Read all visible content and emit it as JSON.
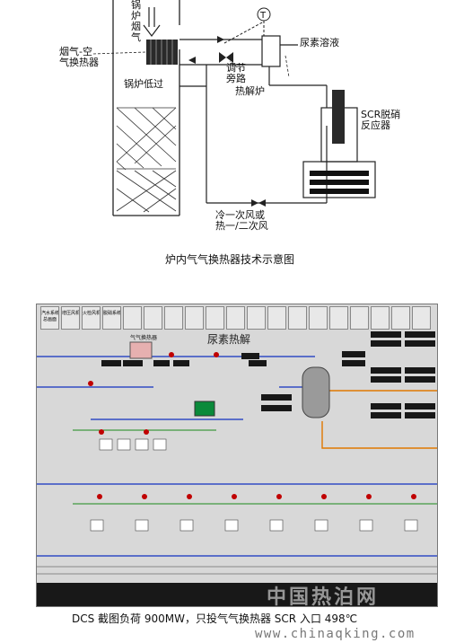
{
  "schematic": {
    "labels": {
      "boiler_flue": "锅\n炉\n烟\n气",
      "gas_air_hx": "烟气-空\n气换热器",
      "boiler_low_pass": "锅炉低过",
      "regulate_bypass": "调节\n旁路",
      "urea_solution": "尿素溶液",
      "pyrolysis_furnace": "热解炉",
      "scr_reactor": "SCR脱硝\n反应器",
      "air_source": "冷一次风或\n热一/二次风",
      "thermometer_symbol": "T"
    },
    "caption": "炉内气气换热器技术示意图"
  },
  "dcs": {
    "title": "尿素热解",
    "toolbar": [
      "汽水系统\n总画面",
      "增压风机",
      "火检风机",
      "脱硝系统",
      "",
      "",
      "",
      "",
      "",
      "",
      "",
      "",
      "",
      "",
      "",
      "",
      "",
      "",
      ""
    ],
    "gas_hx_label": "气气换热器",
    "watermark": "中国热泊网"
  },
  "caption2": "DCS 截图负荷 900MW，只投气气换热器 SCR 入口 498℃",
  "site_url": "www.chinaqking.com"
}
